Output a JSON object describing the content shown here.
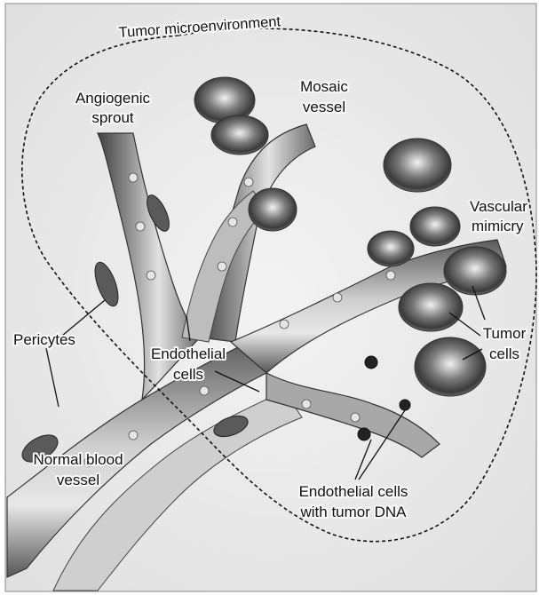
{
  "figure": {
    "region_label": "Tumor microenvironment",
    "labels": {
      "angiogenic_sprout": [
        "Angiogenic",
        "sprout"
      ],
      "mosaic_vessel": [
        "Mosaic",
        "vessel"
      ],
      "vascular_mimicry": [
        "Vascular",
        "mimicry"
      ],
      "pericytes": "Pericytes",
      "endothelial_cells": [
        "Endothelial",
        "cells"
      ],
      "tumor_cells": [
        "Tumor",
        "cells"
      ],
      "normal_blood_vessel": [
        "Normal blood",
        "vessel"
      ],
      "endothelial_tumor_dna": [
        "Endothelial cells",
        "with tumor DNA"
      ]
    },
    "colors": {
      "background": "#efefef",
      "vessel_dark": "#4a4a4a",
      "vessel_light": "#d9d9d9",
      "tumor_cell": "#5e5e5e",
      "outline": "#111111"
    }
  }
}
